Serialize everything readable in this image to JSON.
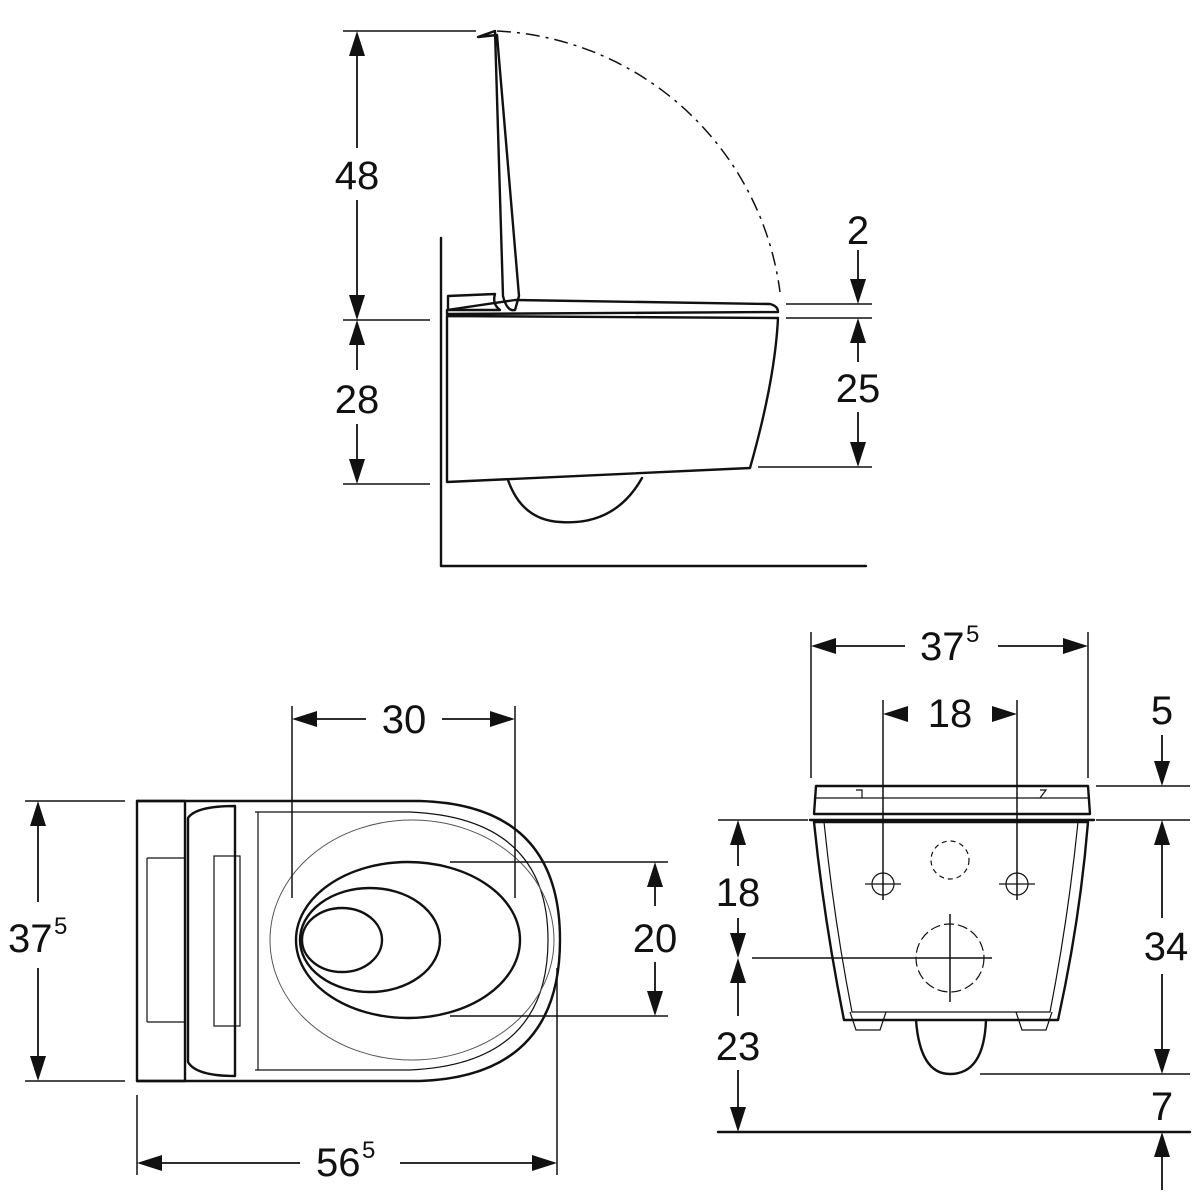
{
  "views": {
    "side": {
      "dimensions": {
        "lid_height": "48",
        "bowl_height": "28",
        "seat_gap": "2",
        "front_height": "25"
      }
    },
    "top": {
      "dimensions": {
        "width_main": "37",
        "width_sup": "5",
        "length_main": "56",
        "length_sup": "5",
        "opening_width": "30",
        "opening_depth": "20"
      }
    },
    "front": {
      "dimensions": {
        "width_main": "37",
        "width_sup": "5",
        "bolt_spacing": "18",
        "seat_thickness": "5",
        "bolt_height": "18",
        "outlet_height": "23",
        "body_height": "34",
        "floor_gap": "7"
      }
    }
  }
}
